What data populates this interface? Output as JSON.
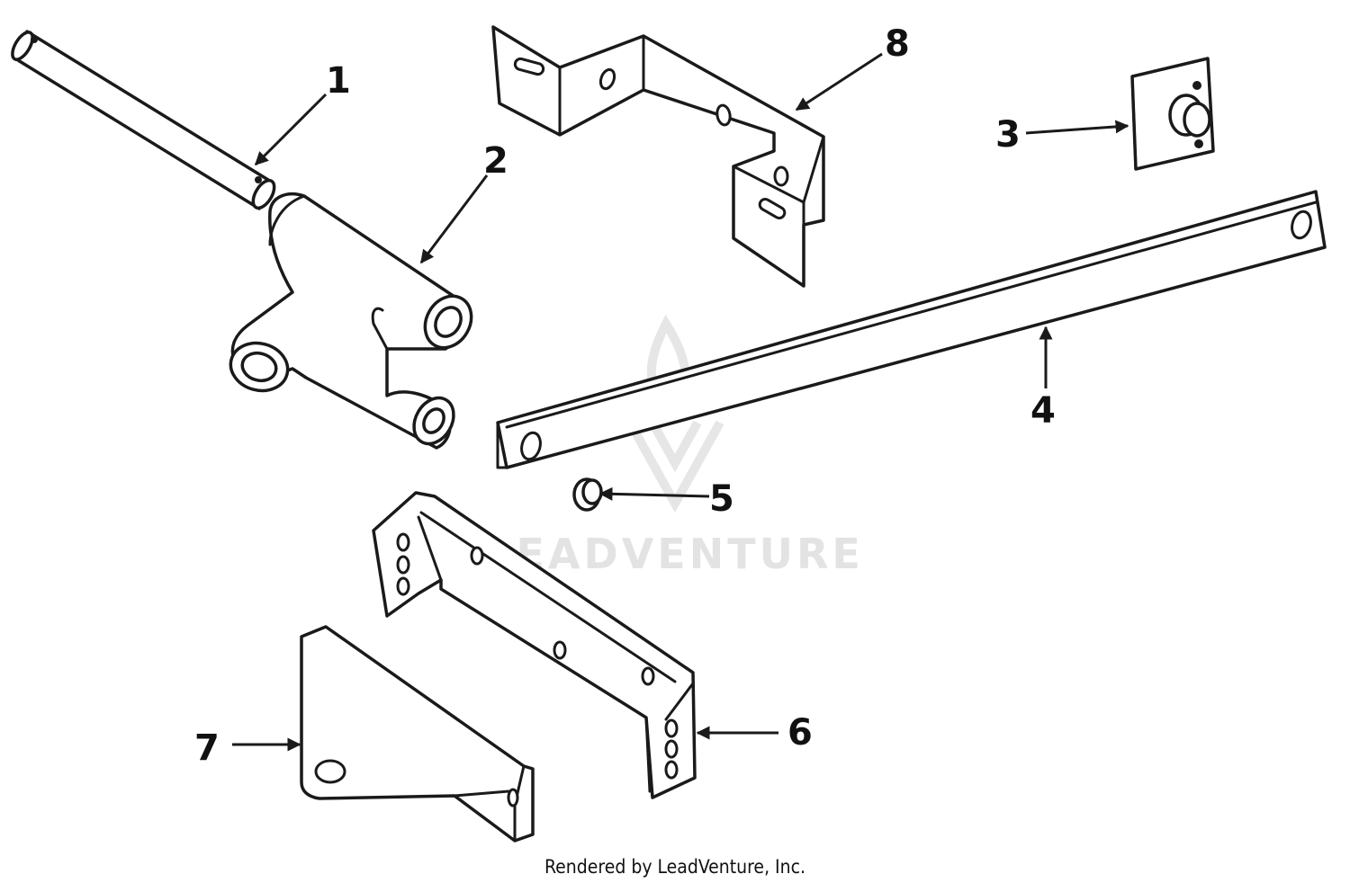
{
  "diagram": {
    "callouts": [
      {
        "id": "1",
        "label": "1"
      },
      {
        "id": "2",
        "label": "2"
      },
      {
        "id": "3",
        "label": "3"
      },
      {
        "id": "4",
        "label": "4"
      },
      {
        "id": "5",
        "label": "5"
      },
      {
        "id": "6",
        "label": "6"
      },
      {
        "id": "7",
        "label": "7"
      },
      {
        "id": "8",
        "label": "8"
      }
    ]
  },
  "watermark": {
    "text": "LEADVENTURE",
    "icon": "leadventure-logo-icon",
    "color": "#e3e3e3"
  },
  "footer": {
    "text": "Rendered by LeadVenture, Inc."
  }
}
